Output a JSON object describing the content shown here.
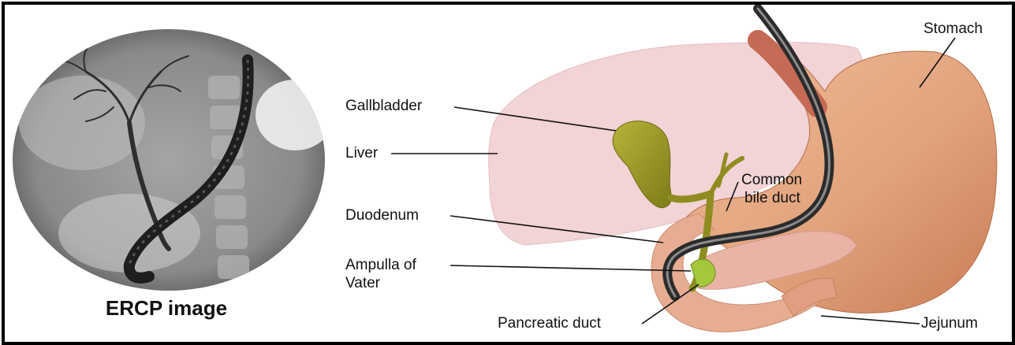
{
  "ercp": {
    "caption": "ERCP image"
  },
  "labels": {
    "stomach": "Stomach",
    "gallbladder": "Gallbladder",
    "liver": "Liver",
    "common_bile_duct_line1": "Common",
    "common_bile_duct_line2": "bile duct",
    "duodenum": "Duodenum",
    "ampulla_line1": "Ampulla of",
    "ampulla_line2": "Vater",
    "pancreatic_duct": "Pancreatic duct",
    "jejunum": "Jejunum"
  },
  "colors": {
    "liver": "#f2d3d6",
    "stomach": "#e2a37d",
    "stomach_dark": "#c97c57",
    "gallbladder": "#9c9a2a",
    "bile_duct": "#8f8d22",
    "pancreas": "#e9b4a6",
    "endoscope": "#2b2b2b",
    "xray_bg": "#8a8a8a"
  }
}
